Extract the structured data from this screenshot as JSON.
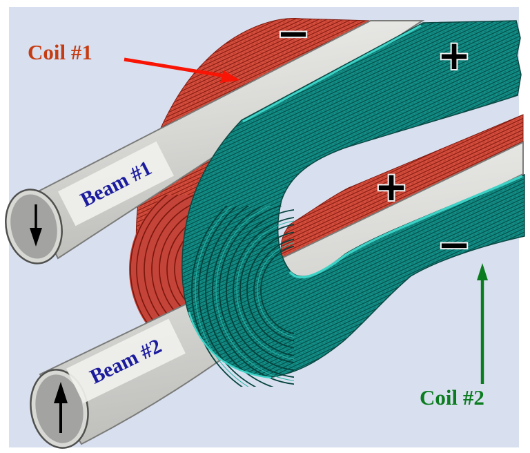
{
  "canvas": {
    "page_bg": "#ffffff",
    "diagram_bg": "#d8e0f0"
  },
  "labels": {
    "coil1": {
      "text": "Coil #1",
      "color": "#c63c12"
    },
    "coil2": {
      "text": "Coil #2",
      "color": "#0c7c20"
    },
    "beam1": {
      "text": "Beam #1",
      "color": "#1b1b9e",
      "arrow_direction": "down"
    },
    "beam2": {
      "text": "Beam #2",
      "color": "#1b1b9e",
      "arrow_direction": "up"
    }
  },
  "symbols": {
    "coil1_upper": "−",
    "coil1_lower": "+",
    "coil2_upper": "+",
    "coil2_lower": "−"
  },
  "colors": {
    "coil1_red": "#d7503f",
    "coil2_teal": "#129089",
    "beam_gray": "#d6d6d3",
    "annotation_arrow_red": "#f81505",
    "annotation_arrow_green": "#0a7c1e"
  }
}
